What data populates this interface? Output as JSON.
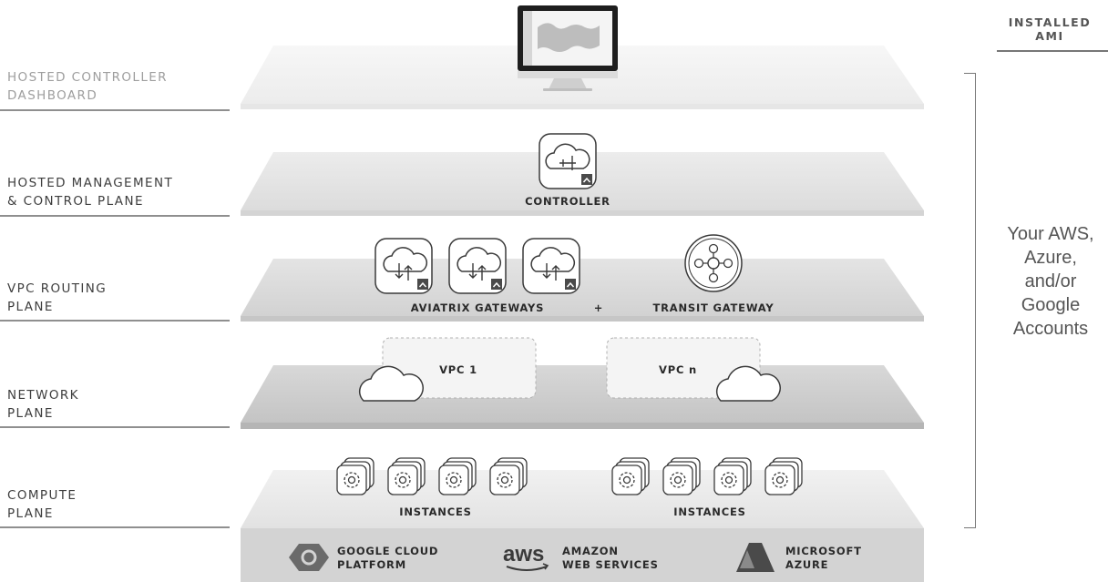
{
  "layers": [
    {
      "name": "HOSTED CONTROLLER DASHBOARD",
      "line1": "HOSTED CONTROLLER",
      "line2": "DASHBOARD"
    },
    {
      "name": "HOSTED MANAGEMENT & CONTROL PLANE",
      "line1": "HOSTED MANAGEMENT",
      "line2": "& CONTROL PLANE"
    },
    {
      "name": "VPC ROUTING PLANE",
      "line1": "VPC ROUTING",
      "line2": "PLANE"
    },
    {
      "name": "NETWORK PLANE",
      "line1": "NETWORK",
      "line2": "PLANE"
    },
    {
      "name": "COMPUTE PLANE",
      "line1": "COMPUTE",
      "line2": "PLANE"
    }
  ],
  "diagram": {
    "controller_label": "CONTROLLER",
    "gateways_label": "AVIATRIX GATEWAYS",
    "plus": "+",
    "transit_label": "TRANSIT GATEWAY",
    "vpc1_label": "VPC 1",
    "vpcn_label": "VPC n",
    "instances_left_label": "INSTANCES",
    "instances_right_label": "INSTANCES"
  },
  "right": {
    "installed_line1": "INSTALLED",
    "installed_line2": "AMI",
    "accounts_lines": [
      "Your AWS,",
      "Azure,",
      "and/or",
      "Google",
      "Accounts"
    ]
  },
  "providers": {
    "google_line1": "GOOGLE CLOUD",
    "google_line2": "PLATFORM",
    "aws_logo": "aws",
    "aws_line1": "AMAZON",
    "aws_line2": "WEB SERVICES",
    "azure_line1": "MICROSOFT",
    "azure_line2": "AZURE"
  },
  "colors": {
    "plane_light": "#f2f2f2",
    "plane_mid": "#e3e3e3",
    "plane_dark": "#c9c9c9",
    "text_dark": "#2a2a2a",
    "label_gray": "#3e3e3e",
    "label_light": "#9e9e9e"
  }
}
